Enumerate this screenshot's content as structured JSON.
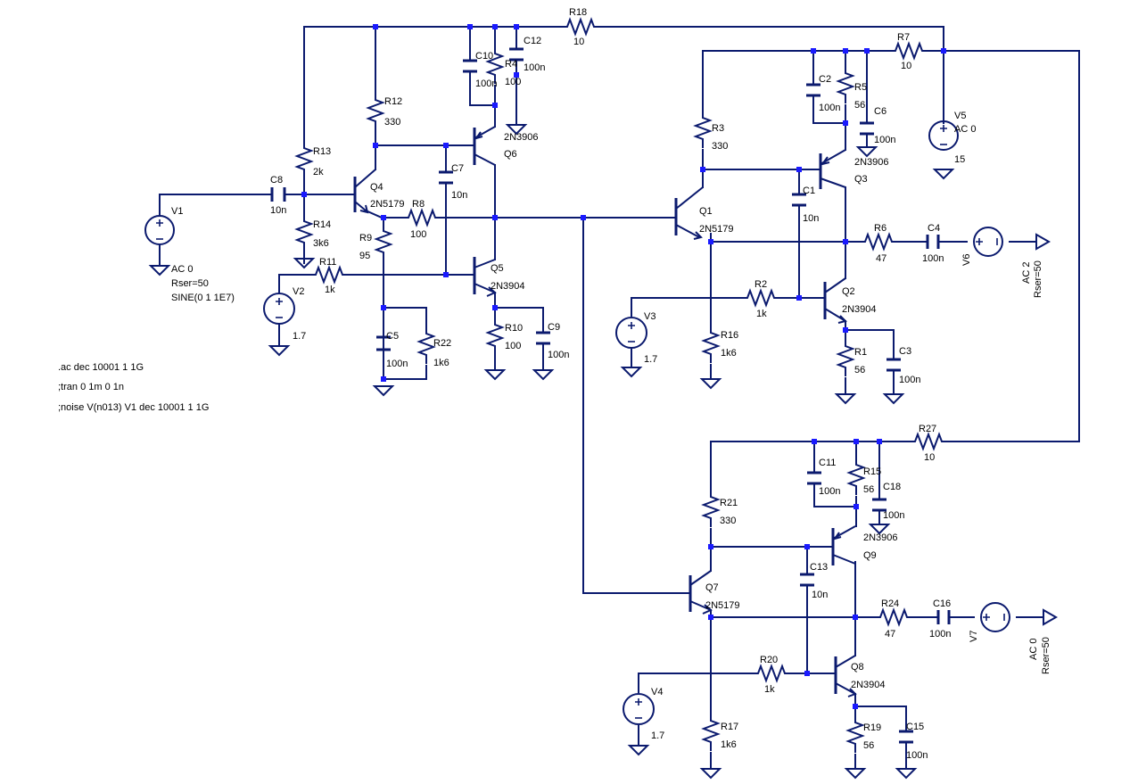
{
  "directives": [
    ".ac dec 10001 1 1G",
    ";tran 0 1m 0 1n",
    ";noise V(n013) V1 dec 10001 1 1G"
  ],
  "resistors": {
    "R1": {
      "name": "R1",
      "value": "56"
    },
    "R2": {
      "name": "R2",
      "value": "1k"
    },
    "R3": {
      "name": "R3",
      "value": "330"
    },
    "R4": {
      "name": "R4",
      "value": "100"
    },
    "R5": {
      "name": "R5",
      "value": "56"
    },
    "R6": {
      "name": "R6",
      "value": "47"
    },
    "R7": {
      "name": "R7",
      "value": "10"
    },
    "R8": {
      "name": "R8",
      "value": "100"
    },
    "R9": {
      "name": "R9",
      "value": "95"
    },
    "R10": {
      "name": "R10",
      "value": "100"
    },
    "R11": {
      "name": "R11",
      "value": "1k"
    },
    "R12": {
      "name": "R12",
      "value": "330"
    },
    "R13": {
      "name": "R13",
      "value": "2k"
    },
    "R14": {
      "name": "R14",
      "value": "3k6"
    },
    "R15": {
      "name": "R15",
      "value": "56"
    },
    "R16": {
      "name": "R16",
      "value": "1k6"
    },
    "R17": {
      "name": "R17",
      "value": "1k6"
    },
    "R18": {
      "name": "R18",
      "value": "10"
    },
    "R19": {
      "name": "R19",
      "value": "56"
    },
    "R20": {
      "name": "R20",
      "value": "1k"
    },
    "R21": {
      "name": "R21",
      "value": "330"
    },
    "R22": {
      "name": "R22",
      "value": "1k6"
    },
    "R24": {
      "name": "R24",
      "value": "47"
    },
    "R27": {
      "name": "R27",
      "value": "10"
    }
  },
  "capacitors": {
    "C1": {
      "name": "C1",
      "value": "10n"
    },
    "C2": {
      "name": "C2",
      "value": "100n"
    },
    "C3": {
      "name": "C3",
      "value": "100n"
    },
    "C4": {
      "name": "C4",
      "value": "100n"
    },
    "C5": {
      "name": "C5",
      "value": "100n"
    },
    "C6": {
      "name": "C6",
      "value": "100n"
    },
    "C7": {
      "name": "C7",
      "value": "10n"
    },
    "C8": {
      "name": "C8",
      "value": "10n"
    },
    "C9": {
      "name": "C9",
      "value": "100n"
    },
    "C10": {
      "name": "C10",
      "value": "100n"
    },
    "C11": {
      "name": "C11",
      "value": "100n"
    },
    "C12": {
      "name": "C12",
      "value": "100n"
    },
    "C13": {
      "name": "C13",
      "value": "10n"
    },
    "C15": {
      "name": "C15",
      "value": "100n"
    },
    "C16": {
      "name": "C16",
      "value": "100n"
    },
    "C18": {
      "name": "C18",
      "value": "100n"
    }
  },
  "transistors": {
    "Q1": {
      "name": "Q1",
      "model": "2N5179"
    },
    "Q2": {
      "name": "Q2",
      "model": "2N3904"
    },
    "Q3": {
      "name": "Q3",
      "model": "2N3906"
    },
    "Q4": {
      "name": "Q4",
      "model": "2N5179"
    },
    "Q5": {
      "name": "Q5",
      "model": "2N3904"
    },
    "Q6": {
      "name": "Q6",
      "model": "2N3906"
    },
    "Q7": {
      "name": "Q7",
      "model": "2N5179"
    },
    "Q8": {
      "name": "Q8",
      "model": "2N3904"
    },
    "Q9": {
      "name": "Q9",
      "model": "2N3906"
    }
  },
  "sources": {
    "V1": {
      "name": "V1",
      "lines": [
        "AC 0",
        "Rser=50",
        "SINE(0 1 1E7)"
      ]
    },
    "V2": {
      "name": "V2",
      "value": "1.7"
    },
    "V3": {
      "name": "V3",
      "value": "1.7"
    },
    "V4": {
      "name": "V4",
      "value": "1.7"
    },
    "V5": {
      "name": "V5",
      "lines": [
        "AC 0",
        "15"
      ]
    },
    "V6": {
      "name": "V6",
      "lines": [
        "AC 2",
        "Rser=50"
      ]
    },
    "V7": {
      "name": "V7",
      "lines": [
        "AC 0",
        "Rser=50"
      ]
    }
  }
}
